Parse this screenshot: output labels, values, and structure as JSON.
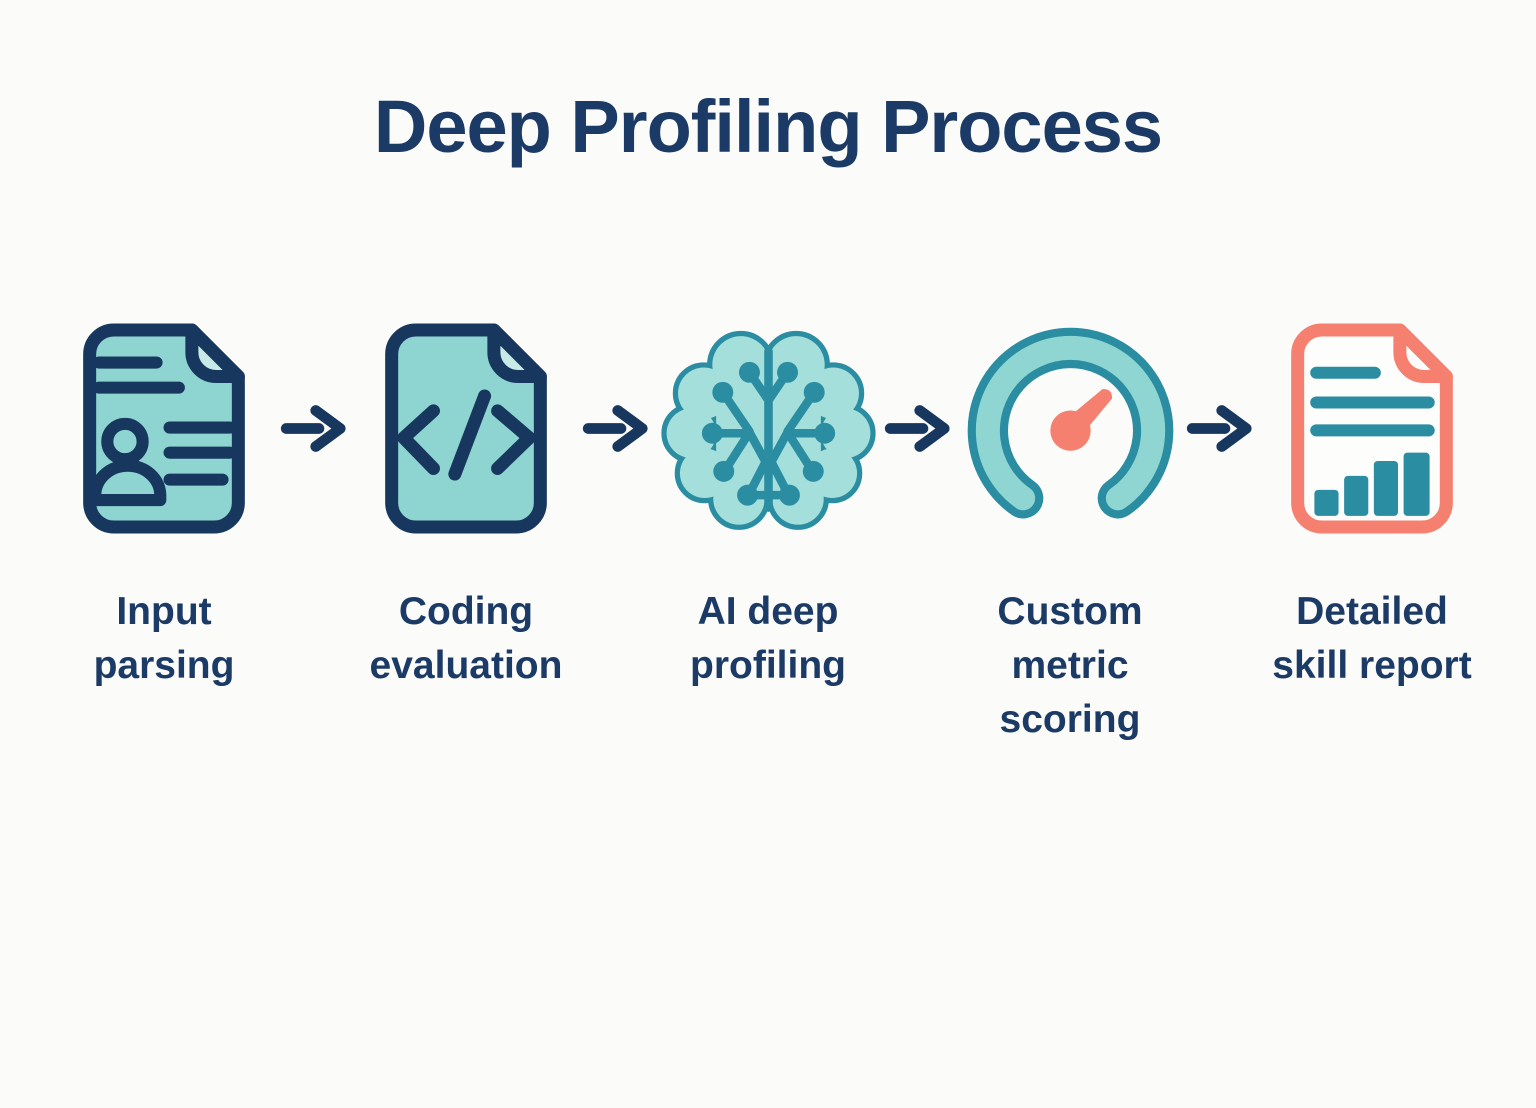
{
  "title": "Deep Profiling Process",
  "colors": {
    "navy_outline": "#17375e",
    "text_navy": "#1b3a66",
    "teal_fill": "#8ed5d1",
    "teal_fold": "#c7eae8",
    "teal_dark": "#2b8da1",
    "brain_fill": "#a5dfdb",
    "gauge_band": "#8fd6d2",
    "coral": "#f5806f",
    "background": "#fbfbf9"
  },
  "steps": [
    {
      "icon": "resume-document-icon",
      "label": "Input\nparsing"
    },
    {
      "icon": "code-document-icon",
      "label": "Coding\nevaluation"
    },
    {
      "icon": "ai-brain-icon",
      "label": "AI deep\nprofiling"
    },
    {
      "icon": "gauge-icon",
      "label": "Custom\nmetric\nscoring"
    },
    {
      "icon": "report-document-icon",
      "label": "Detailed\nskill report"
    }
  ],
  "arrow": {
    "name": "right-arrow"
  }
}
